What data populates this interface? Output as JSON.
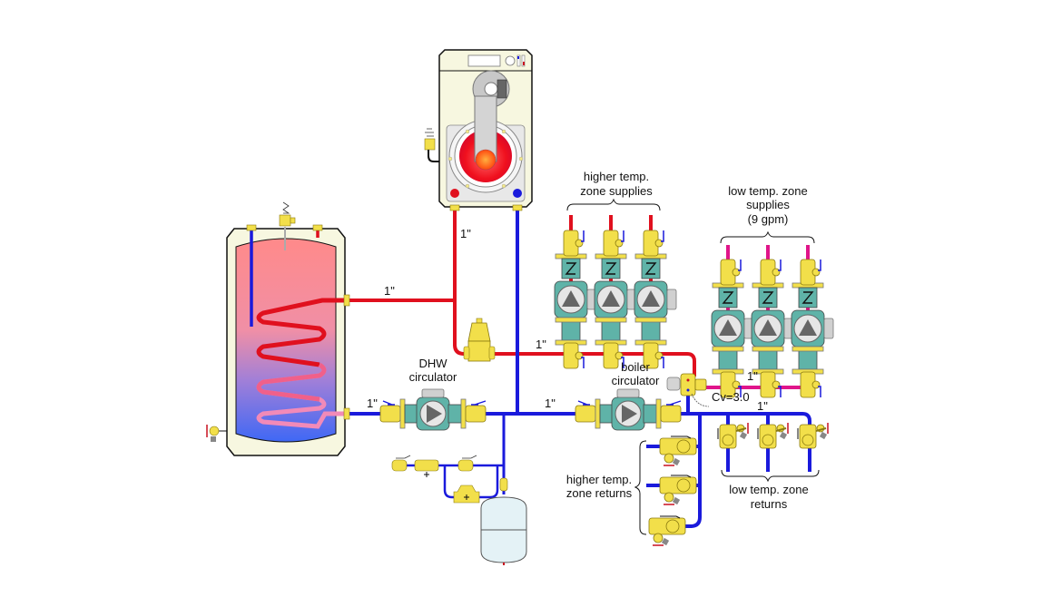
{
  "diagram": {
    "title": "Hydronic piping schematic: boiler, indirect DHW tank, mixing valve, zone circulators",
    "colors": {
      "hot_supply": "#e0101e",
      "return": "#1a1adc",
      "low_temp_supply": "#e0158a",
      "brass": "#f2df4a",
      "pump_body": "#5fb3a8",
      "boiler_cabinet": "#f7f7e0",
      "tank_top": "#ff8a8a",
      "tank_bottom": "#4a6cf0",
      "expansion_tank": "#e4f2f6"
    },
    "labels": {
      "boiler_supply_size": "1\"",
      "tank_supply_size": "1\"",
      "header_supply_size": "1\"",
      "dhw_return_size": "1\"",
      "boiler_return_size": "1\"",
      "low_temp_supply_size": "1\"",
      "low_temp_return_size": "1\"",
      "dhw_circulator_line1": "DHW",
      "dhw_circulator_line2": "circulator",
      "boiler_circulator_line1": "boiler",
      "boiler_circulator_line2": "circulator",
      "mixing_valve_cv": "Cv=3.0",
      "higher_supplies_line1": "higher temp.",
      "higher_supplies_line2": "zone supplies",
      "low_supplies_line1": "low temp. zone",
      "low_supplies_line2": "supplies",
      "low_supplies_line3": "(9 gpm)",
      "higher_returns_line1": "higher temp.",
      "higher_returns_line2": "zone returns",
      "low_returns_line1": "low temp. zone",
      "low_returns_line2": "returns"
    },
    "components": {
      "boiler": "boiler",
      "dhw_tank": "indirect water heater",
      "air_separator": "air separator",
      "mixing_valve": "thermostatic mixing valve",
      "expansion_tank": "expansion tank",
      "makeup_water": "makeup water assembly",
      "higher_temp_zone_circulators": 3,
      "low_temp_zone_circulators": 3,
      "higher_temp_zone_return_valves": 3,
      "low_temp_zone_return_valves": 3
    }
  }
}
